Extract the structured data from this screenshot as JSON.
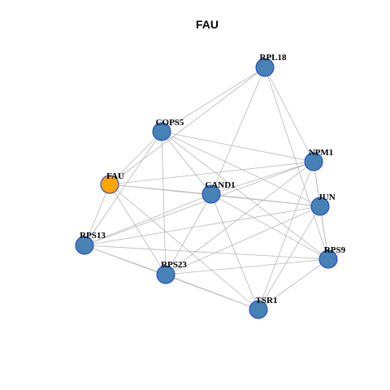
{
  "title": "FAU",
  "colors": {
    "background": "#ffffff",
    "node_default": "#4682b4",
    "node_focus": "#ffa500",
    "node_border": "#1f3fd0",
    "edge": "#b8b8b8"
  },
  "focus_node": "FAU",
  "nodes": [
    {
      "id": "RPL18",
      "label": "RPL18"
    },
    {
      "id": "COPS5",
      "label": "COPS5"
    },
    {
      "id": "NPM1",
      "label": "NPM1"
    },
    {
      "id": "FAU",
      "label": "FAU"
    },
    {
      "id": "CAND1",
      "label": "CAND1"
    },
    {
      "id": "JUN",
      "label": "JUN"
    },
    {
      "id": "RPS13",
      "label": "RPS13"
    },
    {
      "id": "RPS9",
      "label": "RPS9"
    },
    {
      "id": "RPS23",
      "label": "RPS23"
    },
    {
      "id": "TSR1",
      "label": "TSR1"
    }
  ],
  "edges": [
    [
      "RPL18",
      "COPS5"
    ],
    [
      "RPL18",
      "FAU"
    ],
    [
      "RPL18",
      "CAND1"
    ],
    [
      "RPL18",
      "NPM1"
    ],
    [
      "RPL18",
      "RPS9"
    ],
    [
      "COPS5",
      "FAU"
    ],
    [
      "COPS5",
      "RPS13"
    ],
    [
      "COPS5",
      "CAND1"
    ],
    [
      "COPS5",
      "NPM1"
    ],
    [
      "COPS5",
      "JUN"
    ],
    [
      "COPS5",
      "RPS9"
    ],
    [
      "COPS5",
      "RPS23"
    ],
    [
      "FAU",
      "CAND1"
    ],
    [
      "FAU",
      "NPM1"
    ],
    [
      "FAU",
      "JUN"
    ],
    [
      "FAU",
      "RPS13"
    ],
    [
      "FAU",
      "RPS23"
    ],
    [
      "FAU",
      "TSR1"
    ],
    [
      "NPM1",
      "CAND1"
    ],
    [
      "NPM1",
      "JUN"
    ],
    [
      "NPM1",
      "RPS9"
    ],
    [
      "NPM1",
      "RPS13"
    ],
    [
      "NPM1",
      "RPS23"
    ],
    [
      "NPM1",
      "TSR1"
    ],
    [
      "CAND1",
      "JUN"
    ],
    [
      "CAND1",
      "RPS9"
    ],
    [
      "CAND1",
      "RPS13"
    ],
    [
      "CAND1",
      "RPS23"
    ],
    [
      "CAND1",
      "TSR1"
    ],
    [
      "JUN",
      "RPS9"
    ],
    [
      "JUN",
      "RPS13"
    ],
    [
      "JUN",
      "RPS23"
    ],
    [
      "JUN",
      "TSR1"
    ],
    [
      "RPS13",
      "RPS23"
    ],
    [
      "RPS13",
      "RPS9"
    ],
    [
      "RPS13",
      "TSR1"
    ],
    [
      "RPS23",
      "RPS9"
    ],
    [
      "RPS23",
      "TSR1"
    ],
    [
      "RPS9",
      "TSR1"
    ]
  ]
}
